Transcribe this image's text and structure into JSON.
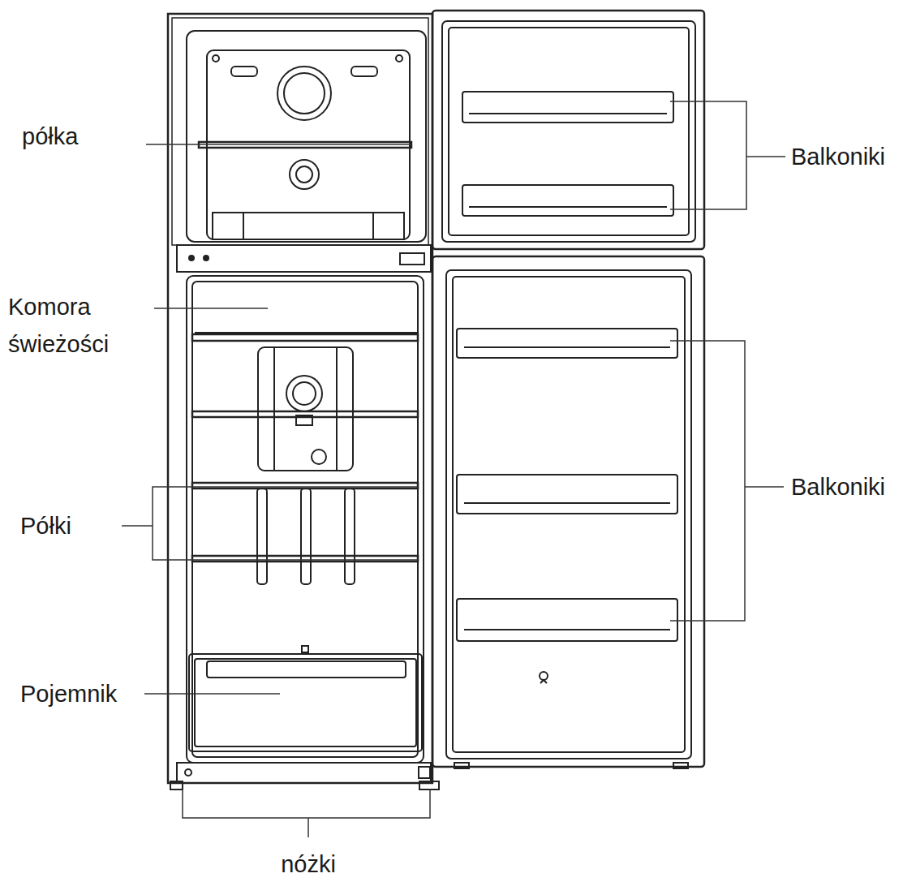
{
  "diagram": {
    "labels": [
      "półka",
      "Balkoniki",
      "Komora świeżości",
      "Balkoniki",
      "Półki",
      "Pojemnik",
      "nóżki"
    ]
  }
}
